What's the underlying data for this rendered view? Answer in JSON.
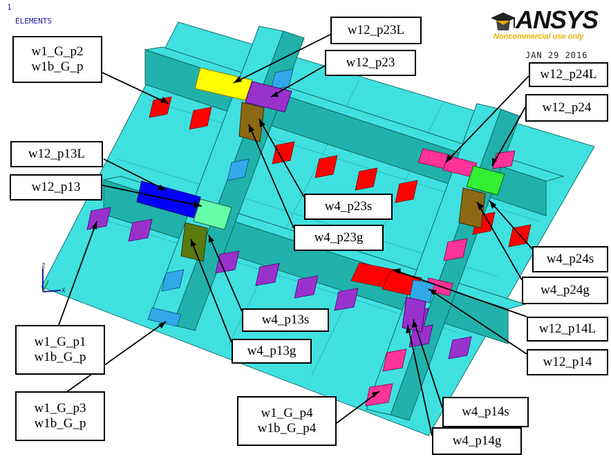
{
  "header": {
    "window_number": "1",
    "view_title": "ELEMENTS"
  },
  "logo": {
    "name": "ANSYS",
    "subtitle": "Noncommercial use only"
  },
  "date": "JAN 29 2016",
  "triad": {
    "z_label": "Z",
    "x_label": "X"
  },
  "colors": {
    "plate": "#40e0e0",
    "beam_side": "#20b2aa",
    "red": "#ff0000",
    "yellow": "#ffff00",
    "purple": "#9932cc",
    "magenta": "#ff3399",
    "green": "#33ee33",
    "blue": "#0000ff",
    "olive": "#8b6914",
    "mint": "#66ffaa",
    "sky": "#33a8e8"
  },
  "labels": [
    {
      "id": "w1_G_p2",
      "lines": [
        "w1_G_p2",
        "w1b_G_p"
      ]
    },
    {
      "id": "w12_p23L",
      "lines": [
        "w12_p23L"
      ]
    },
    {
      "id": "w12_p23",
      "lines": [
        "w12_p23"
      ]
    },
    {
      "id": "w12_p24L",
      "lines": [
        "w12_p24L"
      ]
    },
    {
      "id": "w12_p24",
      "lines": [
        "w12_p24"
      ]
    },
    {
      "id": "w12_p13L",
      "lines": [
        "w12_p13L"
      ]
    },
    {
      "id": "w12_p13",
      "lines": [
        "w12_p13"
      ]
    },
    {
      "id": "w4_p23s",
      "lines": [
        "w4_p23s"
      ]
    },
    {
      "id": "w4_p23g",
      "lines": [
        "w4_p23g"
      ]
    },
    {
      "id": "w4_p24s",
      "lines": [
        "w4_p24s"
      ]
    },
    {
      "id": "w4_p24g",
      "lines": [
        "w4_p24g"
      ]
    },
    {
      "id": "w4_p13s",
      "lines": [
        "w4_p13s"
      ]
    },
    {
      "id": "w4_p13g",
      "lines": [
        "w4_p13g"
      ]
    },
    {
      "id": "w12_p14L",
      "lines": [
        "w12_p14L"
      ]
    },
    {
      "id": "w12_p14",
      "lines": [
        "w12_p14"
      ]
    },
    {
      "id": "w1_G_p1",
      "lines": [
        "w1_G_p1",
        "w1b_G_p"
      ]
    },
    {
      "id": "w1_G_p3",
      "lines": [
        "w1_G_p3",
        "w1b_G_p"
      ]
    },
    {
      "id": "w1_G_p4",
      "lines": [
        "w1_G_p4",
        "w1b_G_p4"
      ]
    },
    {
      "id": "w4_p14s",
      "lines": [
        "w4_p14s"
      ]
    },
    {
      "id": "w4_p14g",
      "lines": [
        "w4_p14g"
      ]
    }
  ]
}
